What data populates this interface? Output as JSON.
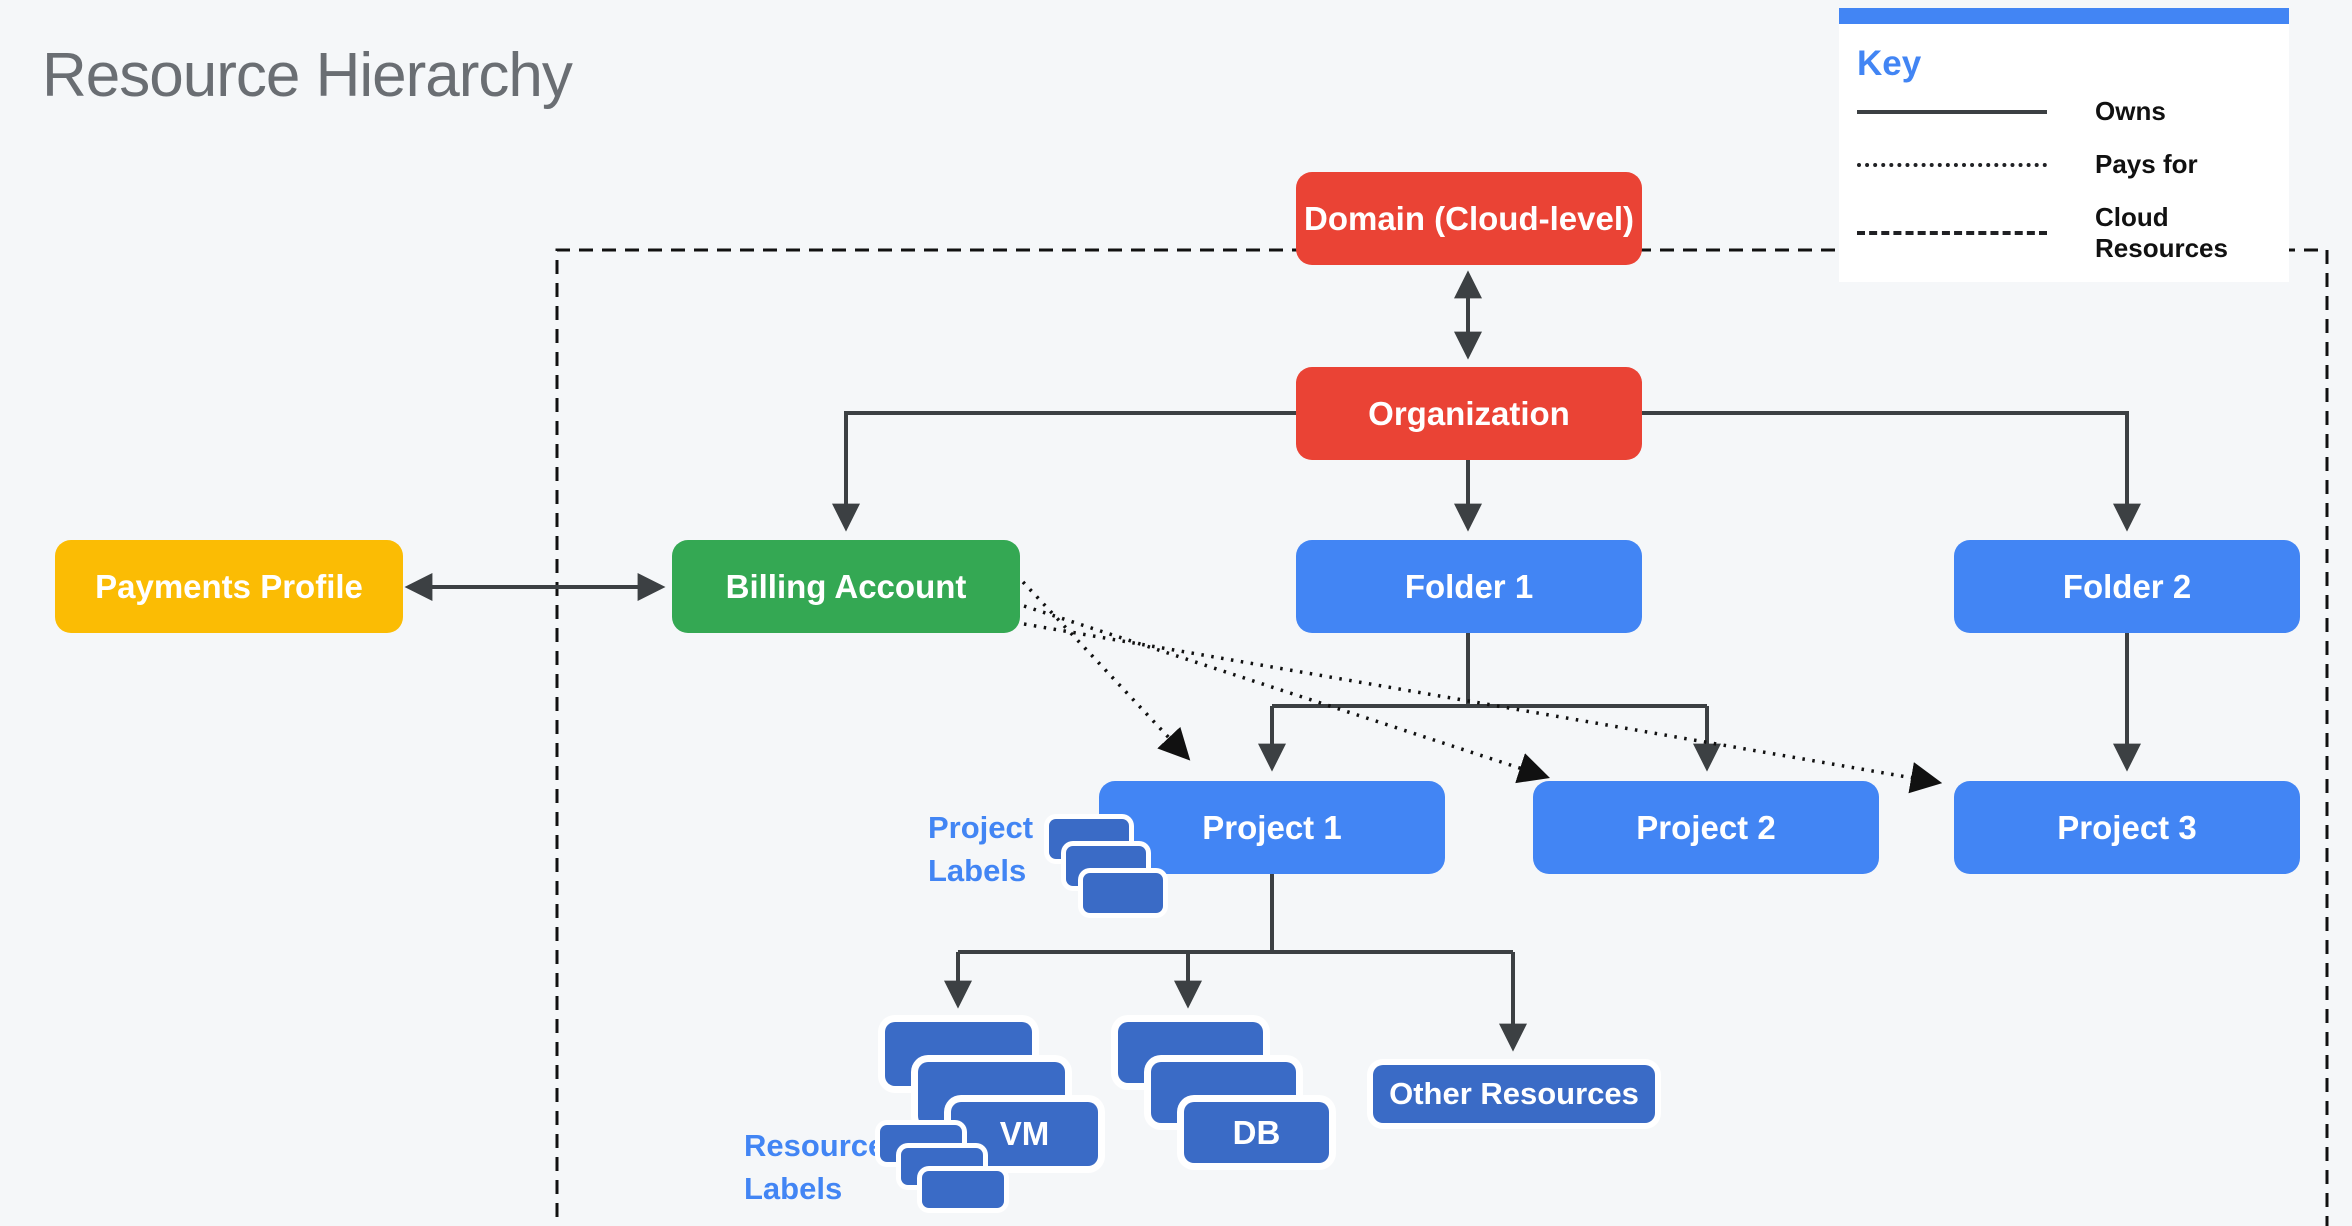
{
  "title": "Resource Hierarchy",
  "key": {
    "heading": "Key",
    "items": [
      {
        "style": "solid",
        "label": "Owns"
      },
      {
        "style": "dotted",
        "label": "Pays for"
      },
      {
        "style": "dashed",
        "label": "Cloud Resources"
      }
    ]
  },
  "nodes": {
    "domain": {
      "label": "Domain (Cloud-level)",
      "color": "#EA4335"
    },
    "organization": {
      "label": "Organization",
      "color": "#EA4335"
    },
    "payments_profile": {
      "label": "Payments Profile",
      "color": "#FBBC04"
    },
    "billing_account": {
      "label": "Billing Account",
      "color": "#34A853"
    },
    "folder1": {
      "label": "Folder 1",
      "color": "#4285F4"
    },
    "folder2": {
      "label": "Folder 2",
      "color": "#4285F4"
    },
    "project1": {
      "label": "Project 1",
      "color": "#4285F4"
    },
    "project2": {
      "label": "Project 2",
      "color": "#4285F4"
    },
    "project3": {
      "label": "Project 3",
      "color": "#4285F4"
    },
    "vm": {
      "label": "VM",
      "color": "#3A6BC6"
    },
    "db": {
      "label": "DB",
      "color": "#3A6BC6"
    },
    "other_resources": {
      "label": "Other Resources",
      "color": "#3A6BC6"
    }
  },
  "annotations": {
    "project_labels": "Project Labels",
    "resource_labels": "Resource Labels"
  },
  "colors": {
    "background": "#F5F7F9",
    "brand_red": "#EA4335",
    "brand_blue": "#4285F4",
    "brand_green": "#34A853",
    "brand_yellow": "#FBBC04",
    "resource_blue": "#3A6BC6",
    "connector_gray": "#3C4043",
    "dashed_black": "#111111",
    "title_gray": "#6A6E73"
  }
}
